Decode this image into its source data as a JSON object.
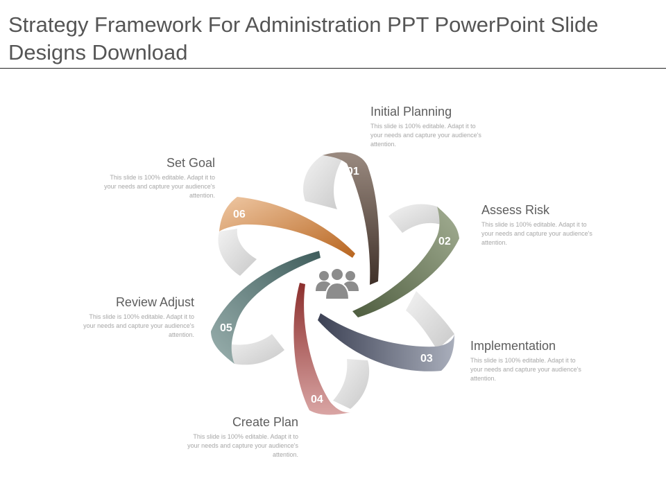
{
  "title": "Strategy Framework For Administration PPT PowerPoint Slide Designs  Download",
  "center_icon": "people-group-icon",
  "steps": [
    {
      "number": "01",
      "title": "Initial Planning",
      "description": "This slide is 100% editable. Adapt it to your needs and capture your audience's attention.",
      "color": "#6e5a4e"
    },
    {
      "number": "02",
      "title": "Assess Risk",
      "description": "This slide is 100% editable. Adapt it to your needs and capture your audience's attention.",
      "color": "#7b8a69"
    },
    {
      "number": "03",
      "title": "Implementation",
      "description": "This slide is 100% editable. Adapt it to your needs and capture your audience's attention.",
      "color": "#6f7585"
    },
    {
      "number": "04",
      "title": "Create Plan",
      "description": "This slide is 100% editable. Adapt it to your needs and capture your audience's attention.",
      "color": "#b06766"
    },
    {
      "number": "05",
      "title": "Review Adjust",
      "description": "This slide is 100% editable. Adapt it to your needs and capture your audience's attention.",
      "color": "#6e8b8a"
    },
    {
      "number": "06",
      "title": "Set Goal",
      "description": "This slide is 100% editable. Adapt it to your needs and capture your audience's attention.",
      "color": "#d9955a"
    }
  ]
}
